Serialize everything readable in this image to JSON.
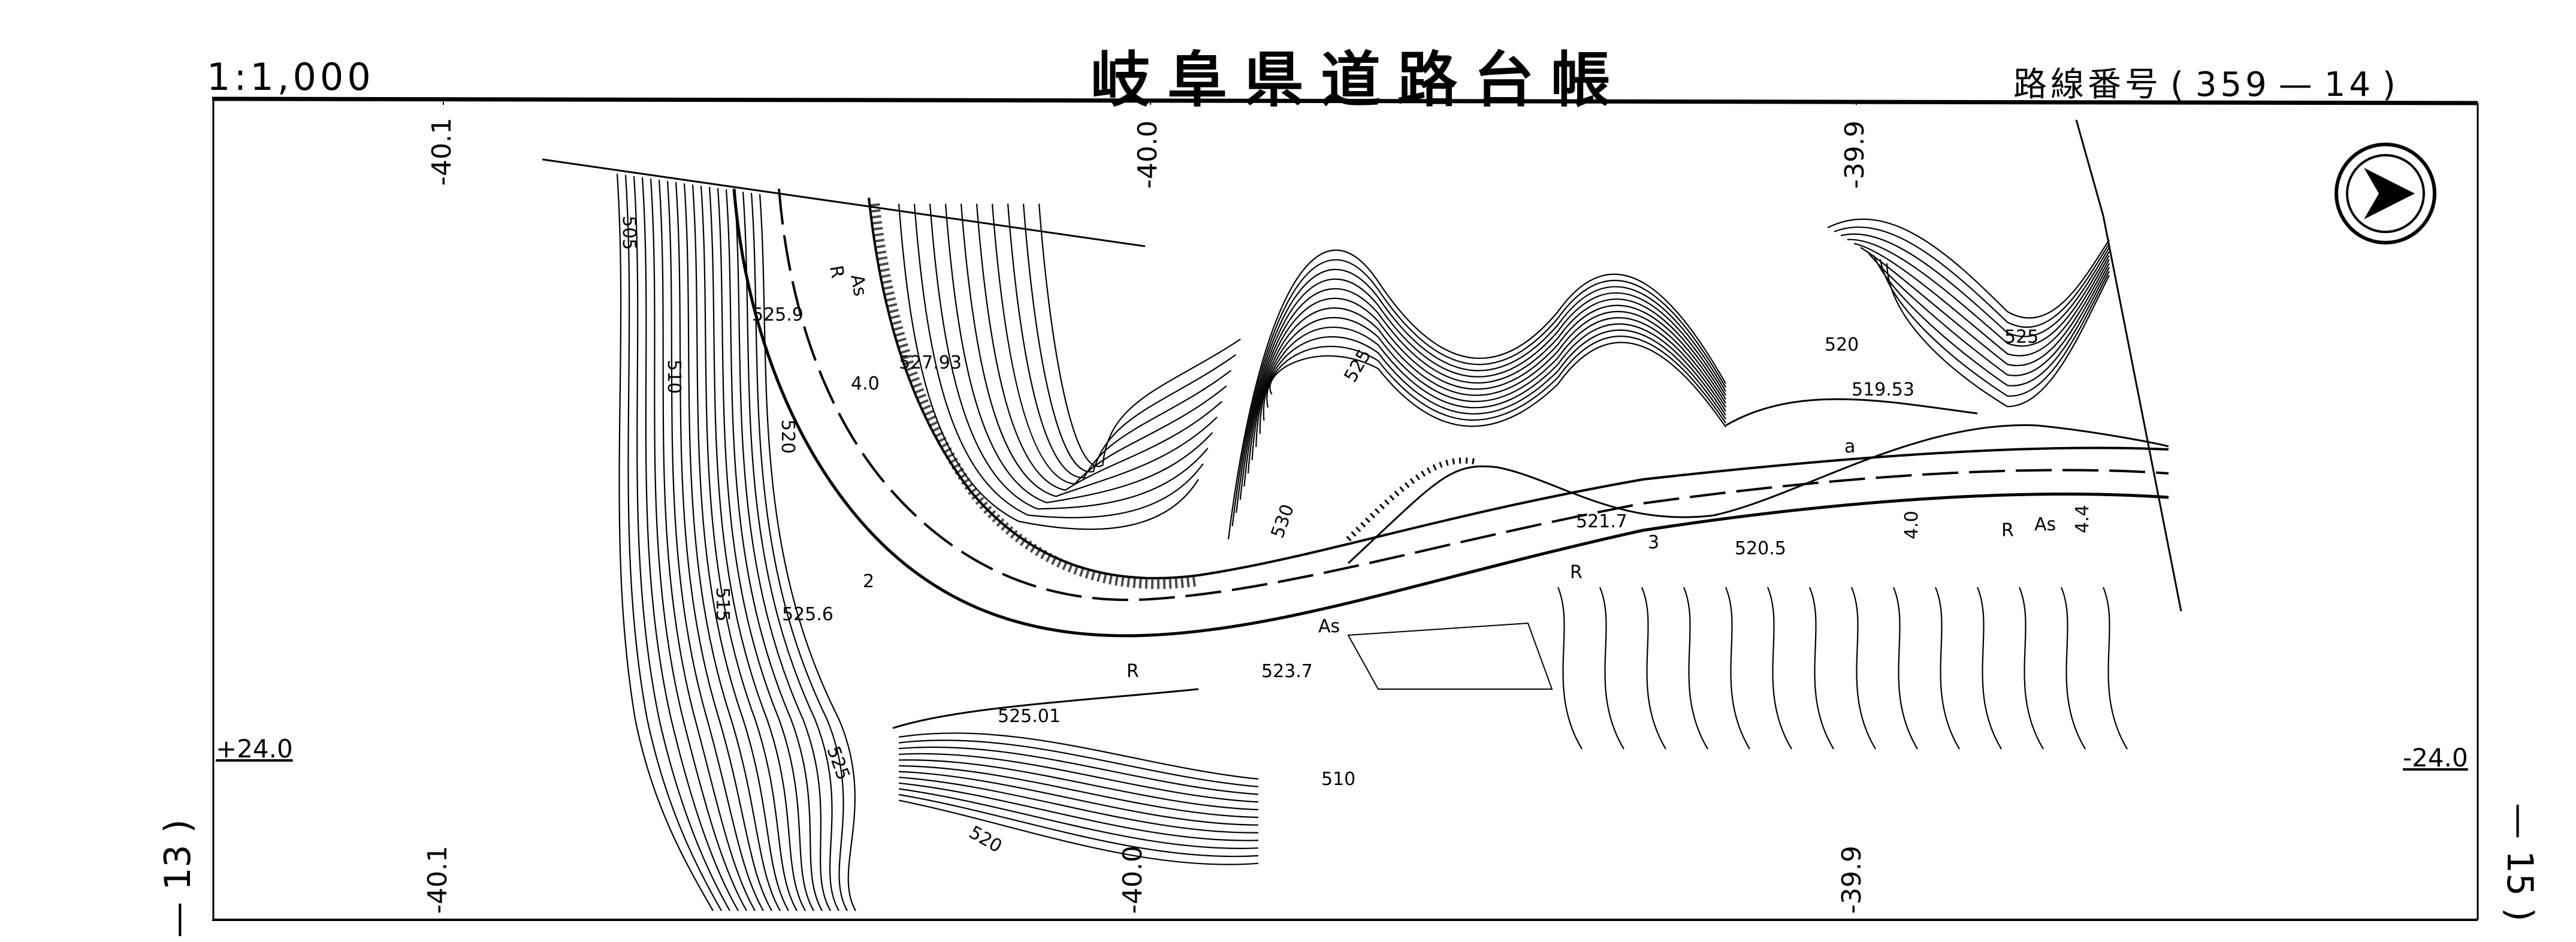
{
  "header": {
    "scale": "1:1,000",
    "title": "岐阜県道路台帳",
    "route_label": "路線番号",
    "route_open": "(",
    "route_number": "359",
    "route_dash": "—",
    "route_section": "14",
    "route_close": ")"
  },
  "grid": {
    "top": [
      "-40.1",
      "-40.0",
      "-39.9"
    ],
    "bottom": [
      "-40.1",
      "-40.0",
      "-39.9"
    ],
    "left": "+24.0",
    "right": "-24.0"
  },
  "sheets": {
    "prev": "— 13 )",
    "next": "— 15 )"
  },
  "north_arrow": "north-arrow",
  "map_labels": {
    "c505": "505",
    "c510a": "510",
    "c5259": "525.9",
    "c520a": "520",
    "c515": "515",
    "c5256": "525.6",
    "c52501": "525.01",
    "c525a": "525",
    "c520b": "520",
    "c510b": "510",
    "c52793": "527.93",
    "w40a": "4.0",
    "as1": "As",
    "r1": "R",
    "c525b": "525",
    "c530": "530",
    "c5217": "521.7",
    "c5205": "520.5",
    "c5237": "523.7",
    "as2": "As",
    "r2": "R",
    "r3": "R",
    "c520c": "520",
    "c525c": "525",
    "c51953": "519.53",
    "as3": "As",
    "r4": "R",
    "w40b": "4.0",
    "w44": "4.4",
    "n3": "3",
    "na": "a",
    "n2": "2"
  }
}
